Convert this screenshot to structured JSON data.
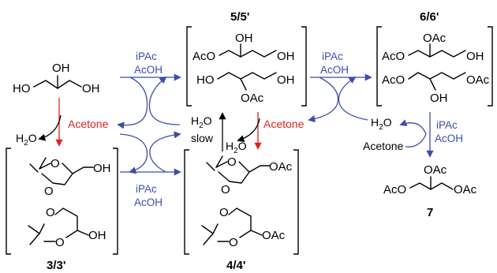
{
  "compounds": {
    "glycerol": {
      "oh_top": "OH",
      "oh_left": "HO",
      "oh_right": "OH"
    },
    "c33": {
      "label": "3/3'",
      "ring5_o1": "O",
      "ring5_o2": "O",
      "ring5_oh": "OH",
      "ring6_o1": "O",
      "ring6_o2": "O",
      "ring6_oh": "OH"
    },
    "c55": {
      "label": "5/5'",
      "a_oh": "OH",
      "a_aco": "AcO",
      "a_oh2": "OH",
      "b_ho": "HO",
      "b_oh": "OH",
      "b_oac": "OAc"
    },
    "c44": {
      "label": "4/4'",
      "ring5_o1": "O",
      "ring5_o2": "O",
      "ring5_oac": "OAc",
      "ring6_o1": "O",
      "ring6_o2": "O",
      "ring6_oac": "OAc"
    },
    "c66": {
      "label": "6/6'",
      "a_oac": "OAc",
      "a_aco": "AcO",
      "a_oh": "OH",
      "b_aco": "AcO",
      "b_oac": "OAc",
      "b_oh": "OH"
    },
    "c7": {
      "label": "7",
      "oac_top": "OAc",
      "aco_left": "AcO",
      "oac_right": "OAc"
    }
  },
  "reagents": {
    "r1_line1": "iPAc",
    "r1_line2": "AcOH",
    "r2_line1": "iPAc",
    "r2_line2": "AcOH",
    "r3_line1": "iPAc",
    "r3_line2": "AcOH",
    "r4_line1": "iPAc",
    "r4_line2": "AcOH",
    "acetone_red_1": "Acetone",
    "acetone_red_2": "Acetone",
    "acetone_black": "Acetone",
    "h2o": "H",
    "h2o_sub": "2",
    "h2o_o": "O",
    "slow": "slow"
  },
  "colors": {
    "blue": "#3b4fa8",
    "red": "#e4221b",
    "black": "#000000"
  }
}
